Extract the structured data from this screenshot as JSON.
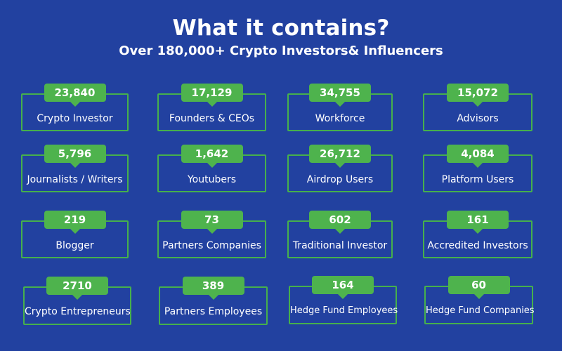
{
  "header": {
    "title": "What it contains?",
    "subtitle": "Over 180,000+ Crypto Investors& Influencers"
  },
  "cards": [
    {
      "count": "23,840",
      "label": "Crypto Investor"
    },
    {
      "count": "17,129",
      "label": "Founders & CEOs"
    },
    {
      "count": "34,755",
      "label": "Workforce"
    },
    {
      "count": "15,072",
      "label": "Advisors"
    },
    {
      "count": "5,796",
      "label": "Journalists / Writers"
    },
    {
      "count": "1,642",
      "label": "Youtubers"
    },
    {
      "count": "26,712",
      "label": "Airdrop Users"
    },
    {
      "count": "4,084",
      "label": "Platform Users"
    },
    {
      "count": "219",
      "label": "Blogger"
    },
    {
      "count": "73",
      "label": "Partners Companies"
    },
    {
      "count": "602",
      "label": "Traditional Investor"
    },
    {
      "count": "161",
      "label": "Accredited Investors"
    },
    {
      "count": "2710",
      "label": "Crypto Entrepreneurs"
    },
    {
      "count": "389",
      "label": "Partners Employees"
    },
    {
      "count": "164",
      "label": "Hedge Fund Employees"
    },
    {
      "count": "60",
      "label": "Hedge Fund Companies"
    }
  ],
  "colors": {
    "background": "#2241a0",
    "accent": "#4eb34d",
    "text": "#ffffff"
  }
}
